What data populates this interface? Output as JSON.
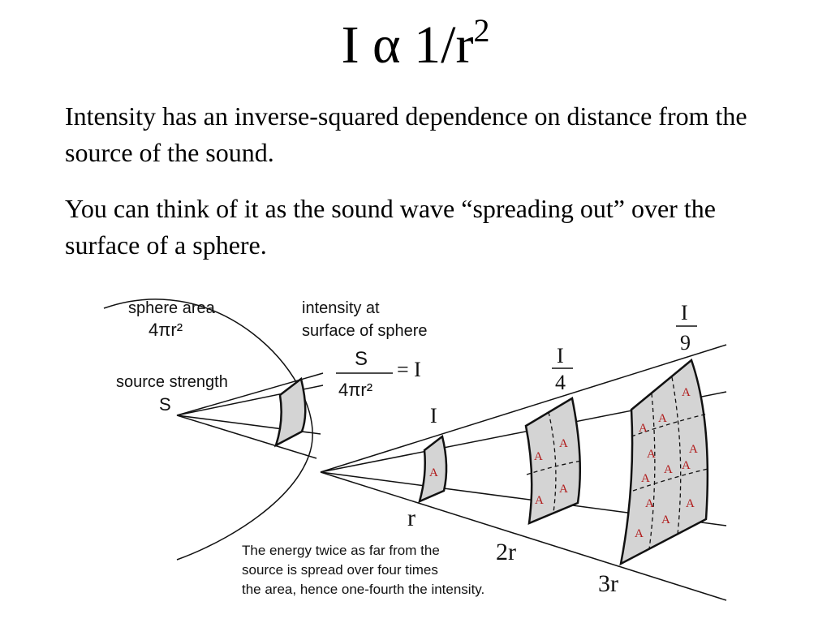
{
  "title": {
    "base": "I α 1/r",
    "exponent": "2"
  },
  "paragraphs": [
    "Intensity has an inverse-squared dependence on distance from the source of the sound.",
    "You can think of it as the sound wave “spreading out” over the surface of a sphere."
  ],
  "diagram": {
    "sphere_area_label": "sphere area",
    "sphere_area_formula": "4πr²",
    "intensity_label_line1": "intensity at",
    "intensity_label_line2": "surface of sphere",
    "formula_numerator": "S",
    "formula_denominator": "4πr²",
    "formula_result": "= I",
    "source_strength_label": "source strength",
    "source_symbol": "S",
    "intensity_r": "I",
    "intensity_2r_num": "I",
    "intensity_2r_den": "4",
    "intensity_3r_num": "I",
    "intensity_3r_den": "9",
    "distance_r": "r",
    "distance_2r": "2r",
    "distance_3r": "3r",
    "area_label": "A",
    "caption_line1": "The energy twice as far from the",
    "caption_line2": "source is spread over four times",
    "caption_line3": "the area, hence one-fourth the intensity.",
    "colors": {
      "patch_fill": "#d4d4d4",
      "area_label": "#b01818",
      "lines": "#111111"
    }
  }
}
